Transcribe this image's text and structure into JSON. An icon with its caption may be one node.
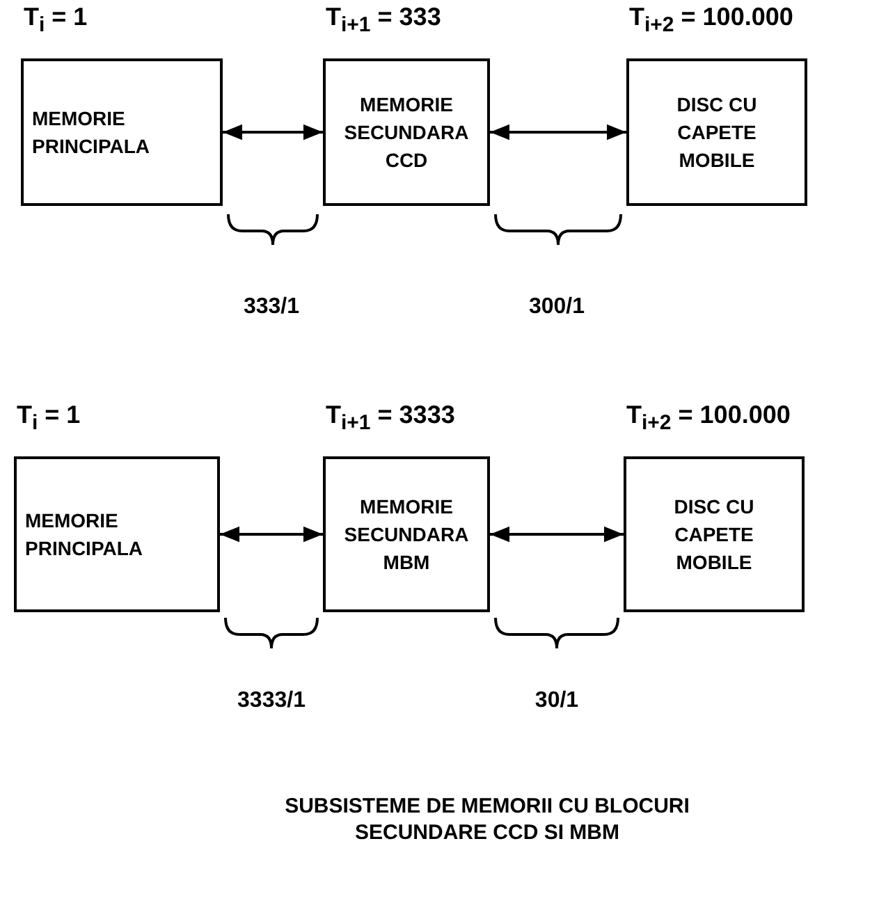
{
  "diagram": {
    "caption": "SUBSISTEME DE MEMORII CU BLOCURI SECUNDARE CCD SI MBM",
    "nodes": [
      {
        "text": [
          "T$_{i}$ = 1",
          "MEMORIE PRINCIPALA"
        ]
      },
      {
        "text": [
          "T$_{i+1}$ = 333",
          "MEMORIE SECUNDARA CCD"
        ]
      },
      {
        "text": [
          "T$_{i+2}$ = 100.000",
          "DISC CU CAPETE MOBILE"
        ]
      },
      {
        "text": [
          "T$_{i}$ = 1",
          "MEMORIE PRINCIPALA"
        ]
      },
      {
        "text": [
          "T$_{i+1}$ = 3333",
          "MEMORIE SECUNDARA MBM"
        ]
      },
      {
        "text": [
          "T$_{i+2}$ = 100.000",
          "DISC CU CAPETE MOBILE"
        ]
      }
    ],
    "edges": [
      {
        "from": 0,
        "to": 1,
        "arrow": "both"
      },
      {
        "from": 1,
        "to": 2,
        "arrow": "both"
      },
      {
        "from": 3,
        "to": 4,
        "arrow": "both"
      },
      {
        "from": 4,
        "to": 5,
        "arrow": "both"
      }
    ],
    "labels": [
      "333/1",
      "300/1",
      "3333/1",
      "30/1"
    ]
  }
}
